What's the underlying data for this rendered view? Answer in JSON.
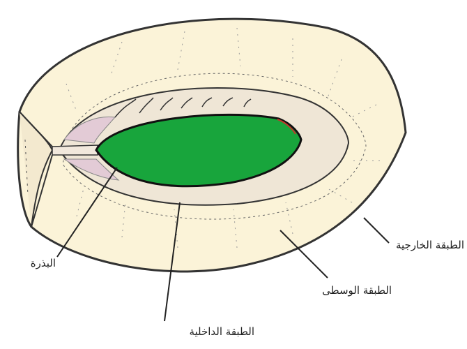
{
  "labels": {
    "seed": "البذرة",
    "exocarp": "الطبقة الخارجية",
    "mesocarp": "الطبقة الوسطى",
    "endocarp": "الطبقة الداخلية"
  },
  "colors": {
    "outer_fill": "#fbf3d8",
    "inner_layer_fill": "#efe6d6",
    "seed_green": "#18a53c",
    "pink_tissue": "#e3cbd6",
    "outline": "#333333"
  }
}
